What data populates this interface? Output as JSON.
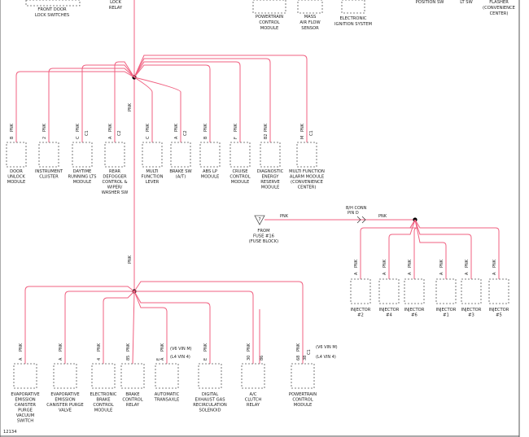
{
  "top_labels": {
    "front_door": [
      "FRONT DOOR",
      "LOCK SWITCHES"
    ],
    "lock_relay": [
      "LOCK",
      "RELAY"
    ],
    "pcm": [
      "POWERTRAIN",
      "CONTROL",
      "MODULE"
    ],
    "maf": [
      "MASS",
      "AIR FLOW",
      "SENSOR"
    ],
    "ignition": [
      "ELECTRONIC",
      "IGNITION SYSTEM"
    ],
    "position_sw": [
      "POSITION SW"
    ],
    "lt_sw": [
      "LT SW"
    ],
    "flasher": [
      "FLASHER",
      "(CONVENIENCE",
      "CENTER)"
    ]
  },
  "wire_color": "PNK",
  "accent_color": "#f06080",
  "row1": [
    {
      "pin": "B",
      "conn": "",
      "label": [
        "DOOR",
        "UNLOCK",
        "MODULE"
      ]
    },
    {
      "pin": "2",
      "conn": "",
      "label": [
        "INSTRUMENT",
        "CLUSTER"
      ]
    },
    {
      "pin": "C",
      "conn": "C1",
      "label": [
        "DAYTIME",
        "RUNNING LTS",
        "MODULE"
      ]
    },
    {
      "pin": "A",
      "conn": "C2",
      "label": [
        "REAR",
        "DEFOGGER",
        "CONTROL &",
        "WIPER/",
        "WASHER SW"
      ]
    },
    {
      "pin": "C",
      "conn": "",
      "label": [
        "MULTI",
        "FUNCTION",
        "LEVER"
      ]
    },
    {
      "pin": "A",
      "conn": "C2",
      "label": [
        "BRAKE SW",
        "(A/T)"
      ]
    },
    {
      "pin": "B",
      "conn": "",
      "label": [
        "ABS LP",
        "MODULE"
      ]
    },
    {
      "pin": "F",
      "conn": "",
      "label": [
        "CRUISE",
        "CONTROL",
        "MODULE"
      ]
    },
    {
      "pin": "B2",
      "conn": "",
      "label": [
        "DIAGNOSTIC",
        "ENERGY",
        "RESERVE",
        "MODULE"
      ]
    },
    {
      "pin": "M",
      "conn": "C1",
      "label": [
        "MULTI FUNCTION",
        "ALARM MODULE",
        "(CONVENIENCE",
        "CENTER)"
      ]
    }
  ],
  "trunk_label": "PNK",
  "fuse": {
    "id": "7",
    "label": [
      "FROM",
      "FUSE #16",
      "(FUSE BLOCK)"
    ]
  },
  "ih_conn": [
    "B/H CONN",
    "PIN D"
  ],
  "injectors": [
    {
      "pin": "A",
      "label": [
        "INJECTOR",
        "#2"
      ]
    },
    {
      "pin": "A",
      "label": [
        "INJECTOR",
        "#4"
      ]
    },
    {
      "pin": "A",
      "label": [
        "INJECTOR",
        "#6"
      ]
    },
    {
      "pin": "A",
      "label": [
        "INJECTOR",
        "#1"
      ]
    },
    {
      "pin": "A",
      "label": [
        "INJECTOR",
        "#3"
      ]
    },
    {
      "pin": "A",
      "label": [
        "INJECTOR",
        "#5"
      ]
    }
  ],
  "row2": [
    {
      "pin": "A",
      "conn": "",
      "label": [
        "EVAPORATIVE",
        "EMISSION",
        "CANISTER",
        "PURGE",
        "VACUUM",
        "SWITCH"
      ]
    },
    {
      "pin": "A",
      "conn": "",
      "label": [
        "EVAPORATIVE",
        "EMISSION",
        "CANISTER PURGE",
        "VALVE"
      ]
    },
    {
      "pin": "4",
      "conn": "",
      "label": [
        "ELECTRONIC",
        "BRAKE",
        "CONTROL",
        "MODULE"
      ]
    },
    {
      "pin": "85",
      "conn": "",
      "label": [
        "BRAKE",
        "CONTROL",
        "RELAY"
      ]
    },
    {
      "pin": "A",
      "conn": "",
      "label": [
        "AUTOMATIC",
        "TRANSAXLE"
      ]
    },
    {
      "pin": "E",
      "conn": "",
      "label": [
        "DIGITAL",
        "EXHAUST GAS",
        "RECIRCULATION",
        "SOLENOID"
      ]
    },
    {
      "pin": "30",
      "conn": "",
      "label": [
        "A/C",
        "CLUTCH",
        "RELAY"
      ]
    },
    {
      "pin": "68",
      "conn": "C3",
      "label": [
        "POWERTRAIN",
        "CONTROL",
        "MODULE"
      ]
    }
  ],
  "variant_notes": {
    "transaxle": [
      "(V6 VIN M)",
      "(L4 VIN 4)"
    ],
    "transaxle_pins": [
      "E",
      "A"
    ],
    "pcm": [
      "(V6 VIN M)",
      "(L4 VIN 4)"
    ],
    "pcm_conns": [
      "C3",
      "C1"
    ],
    "pcm_pins": [
      "68",
      "38"
    ],
    "ac_pin2": "86"
  },
  "figure_id": "12134"
}
